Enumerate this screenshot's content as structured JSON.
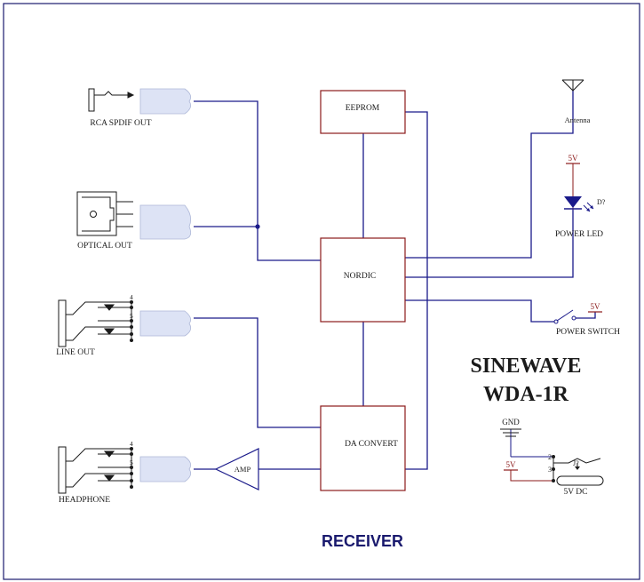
{
  "colors": {
    "frame": "#1a1a6e",
    "wire": "#1a1a8a",
    "block": "#8b1a1a",
    "connector": "#dde3f5",
    "power": "#8b1a1a",
    "label": "#1a1a1a",
    "title": "#1a1a6e"
  },
  "blocks": {
    "eeprom": "EEPROM",
    "nordic": "NORDIC",
    "da_convert": "DA CONVERT",
    "amp": "AMP"
  },
  "left_labels": {
    "rca": "RCA SPDIF OUT",
    "optical": "OPTICAL OUT",
    "line_out": "LINE OUT",
    "headphone": "HEADPHONE"
  },
  "jack_pins": {
    "p4": "4",
    "p5": "5"
  },
  "right_labels": {
    "antenna": "Antenna",
    "power_led": "POWER LED",
    "led_ref": "D?",
    "led_supply": "5V",
    "power_switch": "POWER SWITCH",
    "switch_supply": "5V",
    "gnd": "GND",
    "dc_supply": "5V",
    "dc_ref": "J?",
    "dc_label": "5V DC",
    "dc_pin2": "2",
    "dc_pin3": "3"
  },
  "product": {
    "line1": "SINEWAVE",
    "line2": "WDA-1R"
  },
  "footer": {
    "title": "RECEIVER"
  }
}
